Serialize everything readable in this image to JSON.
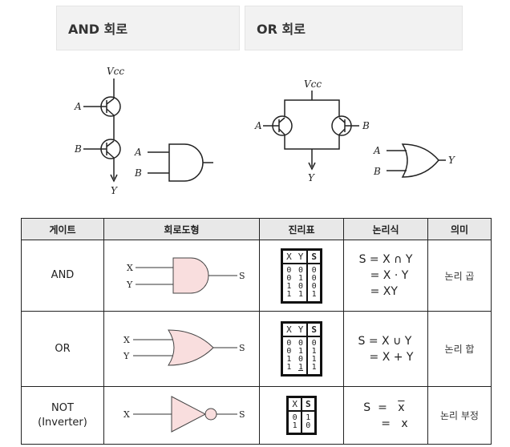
{
  "headers": {
    "and_label": "AND 회로",
    "or_label": "OR 회로"
  },
  "sketch": {
    "and_vcc": "Vcc",
    "and_a": "A",
    "and_b": "B",
    "and_y": "Y",
    "and_gate_a": "A",
    "and_gate_b": "B",
    "or_vcc": "Vcc",
    "or_a": "A",
    "or_b": "B",
    "or_y": "Y",
    "or_gate_a": "A",
    "or_gate_b": "B",
    "or_gate_y": "Y"
  },
  "table": {
    "columns": [
      "게이트",
      "회로도형",
      "진리표",
      "논리식",
      "의미"
    ],
    "rows": [
      {
        "gate": "AND",
        "gate_sub": "",
        "inputs": [
          "X",
          "Y"
        ],
        "output": "S",
        "truth_head": [
          "X",
          "Y",
          "S"
        ],
        "truth": [
          [
            "0",
            "0",
            "0"
          ],
          [
            "0",
            "1",
            "0"
          ],
          [
            "1",
            "0",
            "0"
          ],
          [
            "1",
            "1",
            "1"
          ]
        ],
        "expr": [
          "S = X ∩ Y",
          "= X · Y",
          "= XY"
        ],
        "meaning": "논리 곱"
      },
      {
        "gate": "OR",
        "gate_sub": "",
        "inputs": [
          "X",
          "Y"
        ],
        "output": "S",
        "truth_head": [
          "X",
          "Y",
          "S"
        ],
        "truth": [
          [
            "0",
            "0",
            "0"
          ],
          [
            "0",
            "1",
            "1"
          ],
          [
            "1",
            "0",
            "1"
          ],
          [
            "1",
            "1",
            "1"
          ]
        ],
        "expr": [
          "S = X ∪ Y",
          "= X + Y"
        ],
        "meaning": "논리 합"
      },
      {
        "gate": "NOT",
        "gate_sub": "(Inverter)",
        "inputs": [
          "X"
        ],
        "output": "S",
        "truth_head": [
          "X",
          "S"
        ],
        "truth": [
          [
            "0",
            "1"
          ],
          [
            "1",
            "0"
          ]
        ],
        "expr_s": "S",
        "expr_eq": "=",
        "expr_bar_x": "x",
        "expr_x": "x",
        "meaning": "논리 부정"
      }
    ]
  },
  "colors": {
    "gate_fill": "#f9dede",
    "header_bg": "#f2f2f2",
    "table_head": "#e8e8e8"
  }
}
